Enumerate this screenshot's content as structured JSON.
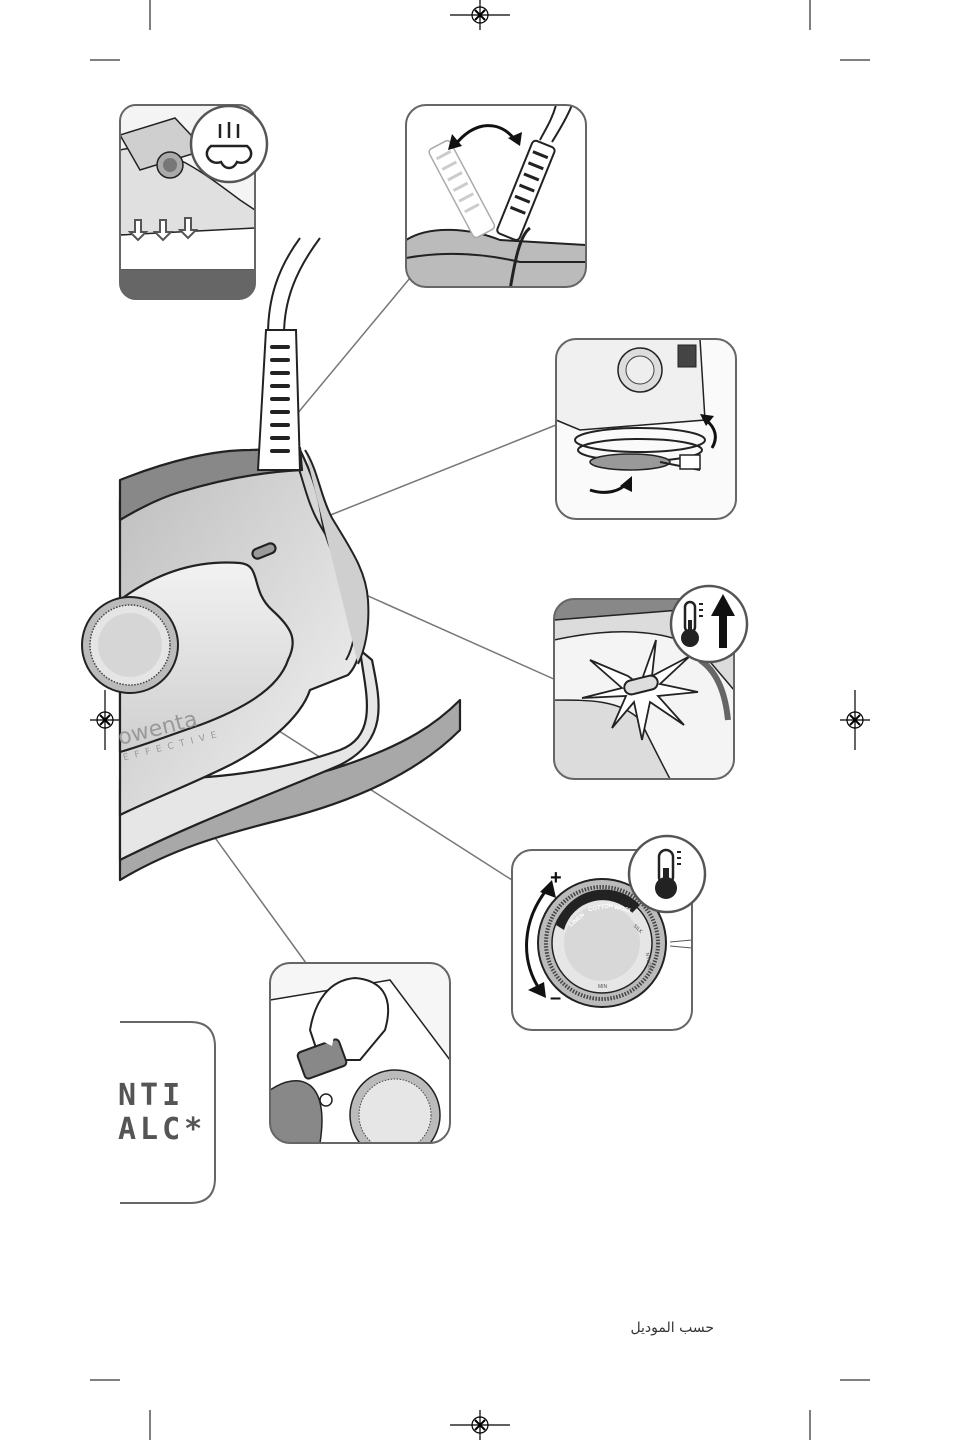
{
  "anti_calc": {
    "line1": "NTI",
    "line2": "ALC*"
  },
  "footer": {
    "text": "حسب الموديل"
  },
  "dial": {
    "labels": [
      "LINEN",
      "COTTON",
      "WOOL"
    ],
    "small_labels": [
      "SILK",
      "NYLON",
      "MIN"
    ],
    "plus": "+",
    "minus": "–"
  },
  "brand": {
    "name": "owenta",
    "sub": "EFFECTIVE"
  },
  "icons": [
    "steam-icon",
    "thermometer-up-icon",
    "thermometer-icon",
    "registration-mark-icon"
  ]
}
